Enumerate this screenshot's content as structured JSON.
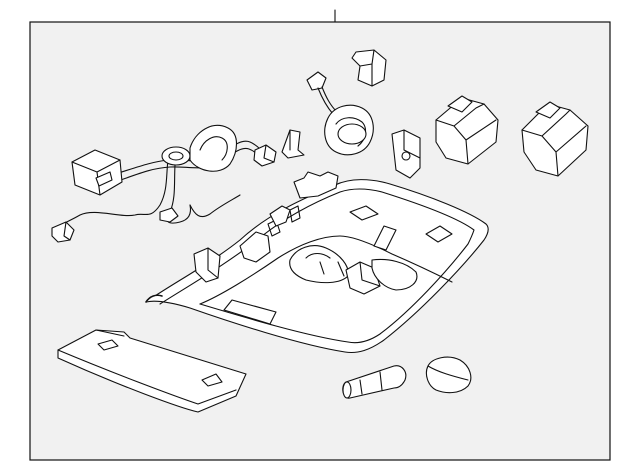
{
  "diagram": {
    "labels": [],
    "background_color": "#ffffff",
    "panel_color": "#f1f1f1",
    "line_color": "#111111",
    "components": [
      "wiring-harness",
      "harness-connector",
      "cable-clip",
      "clip-bracket",
      "bulb-socket",
      "mounting-clip",
      "sensor-bracket",
      "switch-module",
      "overhead-console-housing",
      "sunglass-door-cover",
      "bulb",
      "lens-cap"
    ]
  }
}
